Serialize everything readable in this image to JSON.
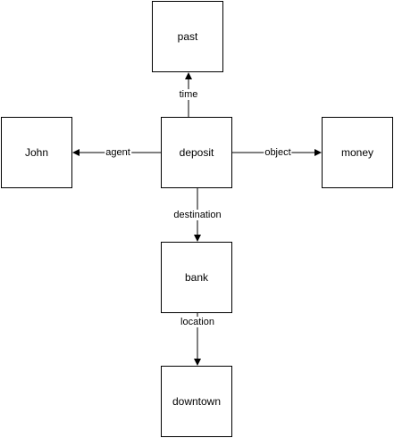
{
  "diagram": {
    "nodes": {
      "past": "past",
      "john": "John",
      "deposit": "deposit",
      "money": "money",
      "bank": "bank",
      "downtown": "downtown"
    },
    "edges": {
      "time": "time",
      "agent": "agent",
      "object": "object",
      "destination": "destination",
      "location": "location"
    },
    "relations": [
      {
        "from": "deposit",
        "to": "past",
        "label": "time"
      },
      {
        "from": "deposit",
        "to": "John",
        "label": "agent"
      },
      {
        "from": "deposit",
        "to": "money",
        "label": "object"
      },
      {
        "from": "deposit",
        "to": "bank",
        "label": "destination"
      },
      {
        "from": "bank",
        "to": "downtown",
        "label": "location"
      }
    ]
  }
}
